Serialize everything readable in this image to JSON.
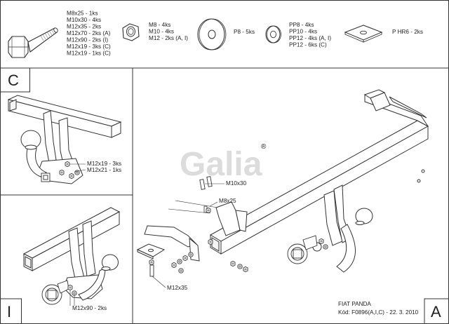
{
  "header": {
    "bolt": {
      "labels": [
        "M8x25 - 1ks",
        "M10x30 - 4ks",
        "M12x35 - 2ks",
        "M12x70 - 2ks (A)",
        "M12x90 - 2ks (I)",
        "M12x19 - 3ks (C)",
        "M12x19 - 1ks (C)"
      ]
    },
    "nut": {
      "labels": [
        "M8 - 4ks",
        "M10 - 4ks",
        "M12 - 2ks (A, I)"
      ]
    },
    "washer_large": {
      "labels": [
        "P8 - 5ks"
      ]
    },
    "washer_small": {
      "labels": [
        "PP8 - 4ks",
        "PP10 - 4ks",
        "PP12 - 4ks (A, I)",
        "PP12 - 6ks (C)"
      ]
    },
    "plate": {
      "labels": [
        "P HR6 - 2ks"
      ]
    }
  },
  "panels": {
    "c": {
      "letter": "C",
      "callouts": [
        "M12x19 - 3ks",
        "M12x21 - 1ks"
      ]
    },
    "i": {
      "letter": "I",
      "callouts": [
        "M12x90 - 2ks"
      ]
    },
    "a": {
      "letter": "A",
      "callouts": {
        "top": "M10x30",
        "mid": "M8x25",
        "bottom": "M12x35"
      }
    }
  },
  "logo": {
    "text": "Galia",
    "mark": "®"
  },
  "footer": {
    "model": "FIAT PANDA",
    "code": "Kód: F0896(A,I,C) - 22. 3. 2010"
  }
}
